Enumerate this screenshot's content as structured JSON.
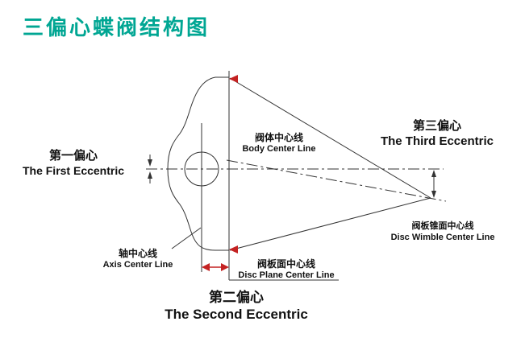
{
  "title": "三偏心蝶阀结构图",
  "colors": {
    "title": "#00a693",
    "accent_red": "#c42222",
    "line": "#333333"
  },
  "labels": {
    "first_eccentric": {
      "zh": "第一偏心",
      "en": "The First Eccentric"
    },
    "second_eccentric": {
      "zh": "第二偏心",
      "en": "The Second Eccentric"
    },
    "third_eccentric": {
      "zh": "第三偏心",
      "en": "The Third Eccentric"
    },
    "body_center_line": {
      "zh": "阀体中心线",
      "en": "Body Center Line"
    },
    "axis_center_line": {
      "zh": "轴中心线",
      "en": "Axis Center Line"
    },
    "disc_plane_center_line": {
      "zh": "阀板面中心线",
      "en": "Disc Plane Center Line"
    },
    "disc_wimble_center_line": {
      "zh": "阀板锥面中心线",
      "en": "Disc Wimble Center Line"
    }
  }
}
